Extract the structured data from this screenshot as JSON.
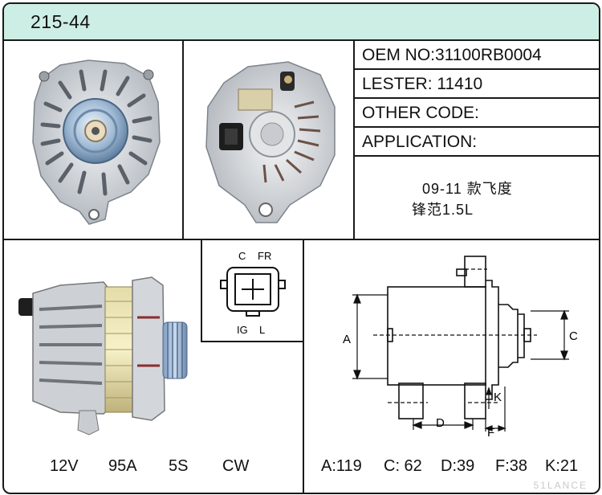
{
  "header": {
    "title": "215-44"
  },
  "info": {
    "oem": "OEM NO:31100RB0004",
    "lester": "LESTER: 11410",
    "other_code": "OTHER CODE:",
    "application_label": "APPLICATION:",
    "application_lines": [
      "09-11 款飞度",
      "锋范1.5L"
    ]
  },
  "connector": {
    "labels": {
      "c": "C",
      "fr": "FR",
      "ig": "IG",
      "l": "L"
    }
  },
  "specs_left": {
    "voltage": "12V",
    "amperage": "95A",
    "groove": "5S",
    "rotation": "CW"
  },
  "specs_right": {
    "a": "A:119",
    "c": "C: 62",
    "d": "D:39",
    "f": "F:38",
    "k": "K:21"
  },
  "diagram_labels": {
    "a": "A",
    "c": "C",
    "d": "D",
    "f": "F",
    "k": "K"
  },
  "watermark": "51LANCE"
}
